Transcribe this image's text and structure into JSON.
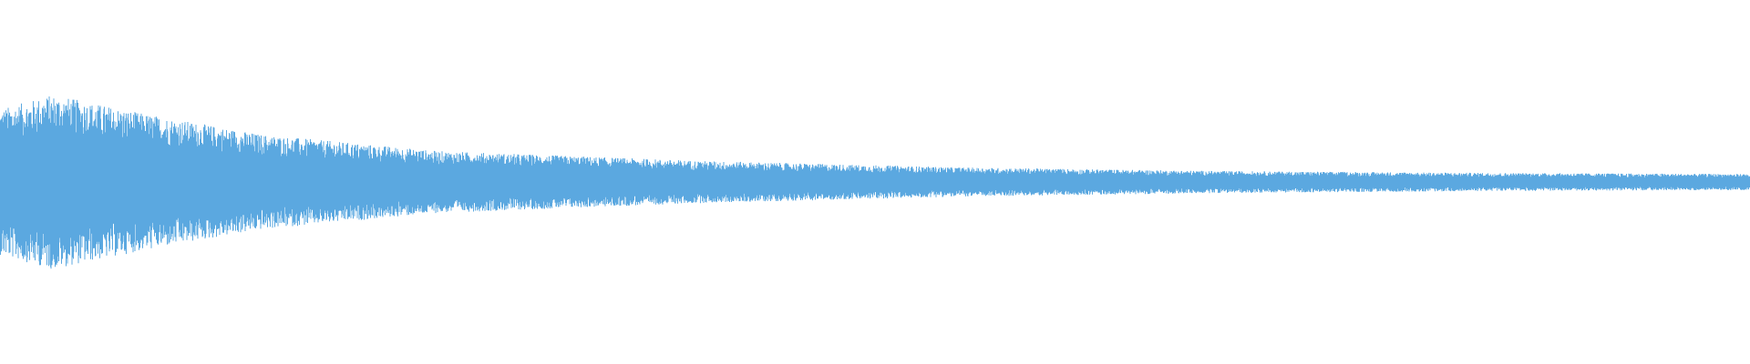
{
  "waveform": {
    "color": "#5ba8e0",
    "background": "#ffffff",
    "amplitude_envelope": [
      {
        "t": 0.0,
        "a": 0.2
      },
      {
        "t": 0.03,
        "a": 0.24
      },
      {
        "t": 0.08,
        "a": 0.19
      },
      {
        "t": 0.15,
        "a": 0.13
      },
      {
        "t": 0.25,
        "a": 0.085
      },
      {
        "t": 0.4,
        "a": 0.058
      },
      {
        "t": 0.55,
        "a": 0.04
      },
      {
        "t": 0.7,
        "a": 0.03
      },
      {
        "t": 0.85,
        "a": 0.025
      },
      {
        "t": 1.0,
        "a": 0.022
      }
    ]
  }
}
